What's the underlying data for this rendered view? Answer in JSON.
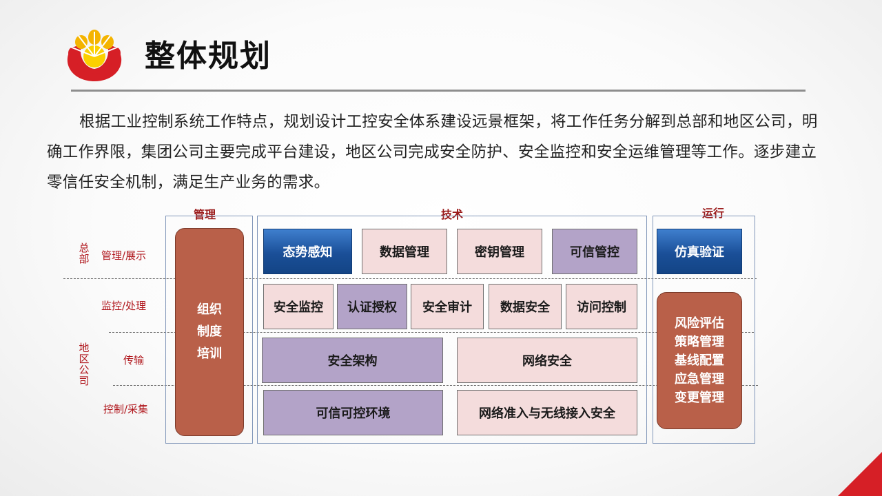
{
  "header": {
    "title": "整体规划",
    "logo": "petrochina-logo"
  },
  "intro": "根据工业控制系统工作特点，规划设计工控安全体系建设远景框架，将工作任务分解到总部和地区公司，明确工作界限，集团公司主要完成平台建设，地区公司完成安全防护、安全监控和安全运维管理等工作。逐步建立零信任安全机制，满足生产业务的需求。",
  "diagram": {
    "columns": {
      "management": "管理",
      "technology": "技术",
      "operation": "运行"
    },
    "levels": {
      "hq": "总部",
      "regional": "地区公司"
    },
    "rows": {
      "manage_display": "管理/展示",
      "monitor_process": "监控/处理",
      "transmission": "传输",
      "control_collect": "控制/采集"
    },
    "management_box": [
      "组织",
      "制度",
      "培训"
    ],
    "technology": {
      "row1": [
        "态势感知",
        "数据管理",
        "密钥管理",
        "可信管控"
      ],
      "row2": [
        "安全监控",
        "认证授权",
        "安全审计",
        "数据安全",
        "访问控制"
      ],
      "row3": [
        "安全架构",
        "网络安全"
      ],
      "row4": [
        "可信可控环境",
        "网络准入与无线接入安全"
      ]
    },
    "operation": {
      "top": "仿真验证",
      "list": [
        "风险评估",
        "策略管理",
        "基线配置",
        "应急管理",
        "变更管理"
      ]
    },
    "colors": {
      "blue": "#1a4f98",
      "pink": "#f4dcdc",
      "purple": "#b3a3c8",
      "brown": "#b96049",
      "label_red": "#b0161c"
    }
  }
}
